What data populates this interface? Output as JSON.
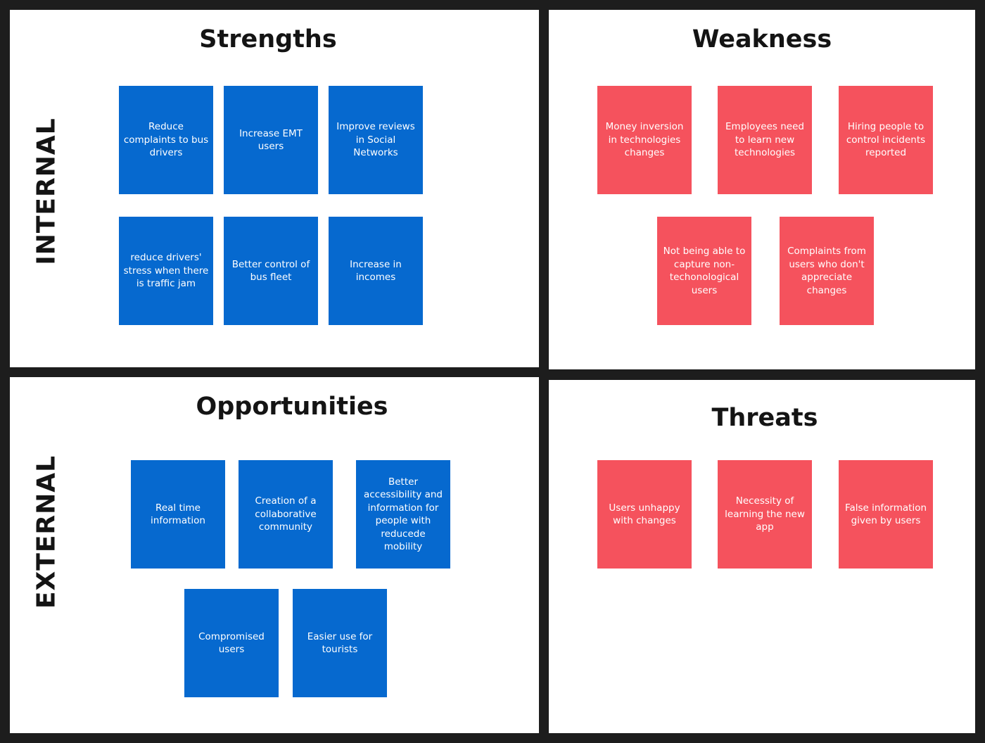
{
  "colors": {
    "blue_note": "#0669cf",
    "red_note": "#f5525d",
    "border": "#1d1d1d"
  },
  "axis_labels": {
    "internal": "INTERNAL",
    "external": "EXTERNAL"
  },
  "strengths": {
    "title": "Strengths",
    "notes": [
      "Reduce complaints to bus drivers",
      "Increase EMT users",
      "Improve reviews in Social Networks",
      "reduce drivers' stress when there is traffic jam",
      "Better control of bus fleet",
      "Increase in incomes"
    ]
  },
  "weakness": {
    "title": "Weakness",
    "notes": [
      "Money inversion in technologies changes",
      "Employees need to learn new technologies",
      "Hiring people to control incidents reported",
      "Not being able to capture non-techonological users",
      "Complaints from users who don't appreciate changes"
    ]
  },
  "opportunities": {
    "title": "Opportunities",
    "notes": [
      "Real time information",
      "Creation of a collaborative community",
      "Better accessibility and information for people with reducede mobility",
      "Compromised users",
      "Easier use for tourists"
    ]
  },
  "threats": {
    "title": "Threats",
    "notes": [
      "Users unhappy with changes",
      "Necessity of learning the new app",
      "False information given by users"
    ]
  }
}
